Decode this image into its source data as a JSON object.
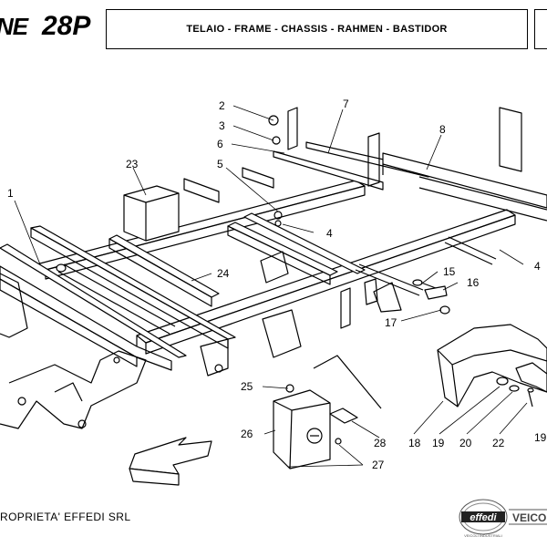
{
  "header": {
    "brand_fragment": "NE",
    "model": "28P",
    "title": "TELAIO - FRAME - CHASSIS - RAHMEN - BASTIDOR"
  },
  "footer": {
    "copyright": "ROPRIETA' EFFEDI SRL",
    "logo_text": "effedi",
    "logo_subtext": "VEICOLI INDUSTRIALI",
    "logo_side_text": "VEICO"
  },
  "callouts": {
    "c1": "1",
    "c2": "2",
    "c3": "3",
    "c4a": "4",
    "c4b": "4",
    "c5": "5",
    "c6": "6",
    "c7": "7",
    "c8": "8",
    "c15": "15",
    "c16": "16",
    "c17": "17",
    "c18": "18",
    "c19a": "19",
    "c19b": "19",
    "c20": "20",
    "c22": "22",
    "c23": "23",
    "c24": "24",
    "c25": "25",
    "c26": "26",
    "c27": "27",
    "c28": "28"
  },
  "icons": [
    "arrow-direction-icon",
    "effedi-logo"
  ]
}
